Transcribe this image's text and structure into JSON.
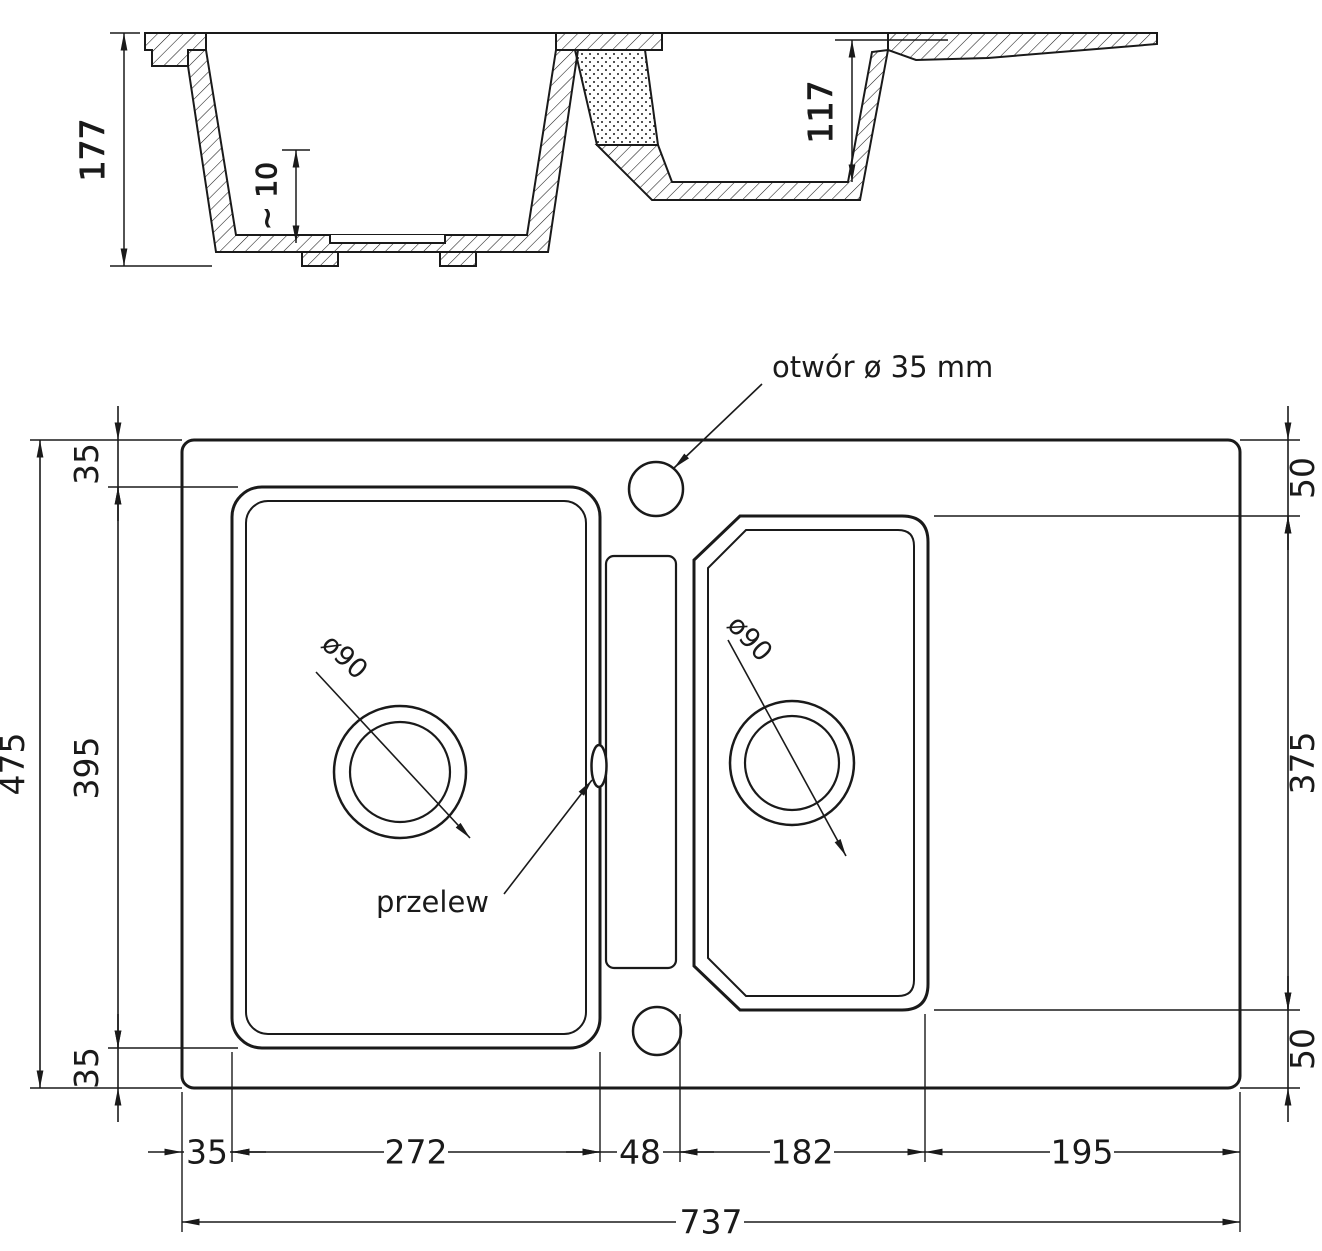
{
  "title": "sink-technical-drawing",
  "section": {
    "depth_main": "177",
    "recess_depth": "~ 10",
    "depth_small": "117"
  },
  "plan": {
    "tap_hole_label": "otwór ø 35 mm",
    "overflow_label": "przelew",
    "drain_left_label": "ø90",
    "drain_right_label": "ø90",
    "left": {
      "top_offset": "35",
      "bowl_height": "395",
      "bottom_offset": "35",
      "total_height": "475"
    },
    "right": {
      "top_offset": "50",
      "bowl_height": "375",
      "bottom_offset": "50"
    },
    "bottom": {
      "left_offset": "35",
      "bowl1_width": "272",
      "gap": "48",
      "bowl2_width": "182",
      "drainer_width": "195",
      "total_width": "737"
    }
  },
  "colors": {
    "line": "#1a1a1a",
    "background": "#ffffff"
  }
}
